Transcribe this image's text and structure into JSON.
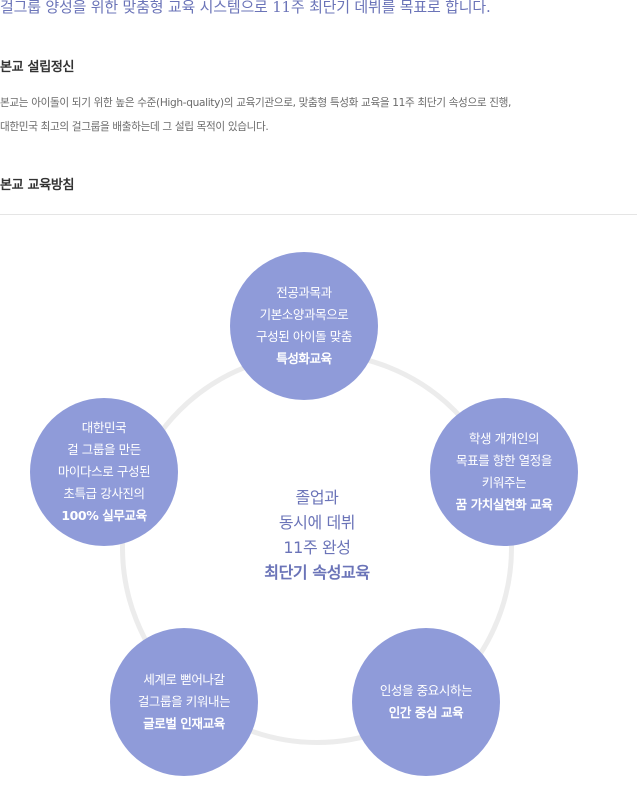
{
  "intro": {
    "headline": "걸그룹 양성을 위한 맞춤형 교육 시스템으로 11주 최단기 데뷔를 목표로 합니다."
  },
  "founding": {
    "title": "본교 설립정신",
    "lines": [
      "본교는 아이돌이 되기 위한 높은 수준(High-quality)의 교육기관으로, 맞춤형 특성화 교육을 11주 최단기 속성으로 진행,",
      "대한민국 최고의 걸그룹을 배출하는데 그 설립 목적이 있습니다."
    ]
  },
  "policy": {
    "title": "본교 교육방침",
    "center": {
      "lines": [
        "졸업과",
        "동시에 데뷔",
        "11주 완성"
      ],
      "strong": "최단기 속성교육"
    },
    "nodes": [
      {
        "lines": [
          "전공과목과",
          "기본소양과목으로",
          "구성된 아이돌 맞춤"
        ],
        "strong": "특성화교육"
      },
      {
        "lines": [
          "학생 개개인의",
          "목표를 향한 열정을",
          "키워주는"
        ],
        "strong": "꿈 가치실현화 교육"
      },
      {
        "lines": [
          "인성을 중요시하는"
        ],
        "strong": "인간 중심 교육"
      },
      {
        "lines": [
          "세계로 뻗어나갈",
          "걸그룹을 키워내는"
        ],
        "strong": "글로벌 인재교육"
      },
      {
        "lines": [
          "대한민국",
          "걸 그룹을 만든",
          "마이다스로 구성된",
          "초특급 강사진의"
        ],
        "strong": "100% 실무교육"
      }
    ]
  },
  "colors": {
    "node_fill": "#8f9bd9",
    "accent_text": "#6b74b8",
    "ring": "#ececec"
  }
}
